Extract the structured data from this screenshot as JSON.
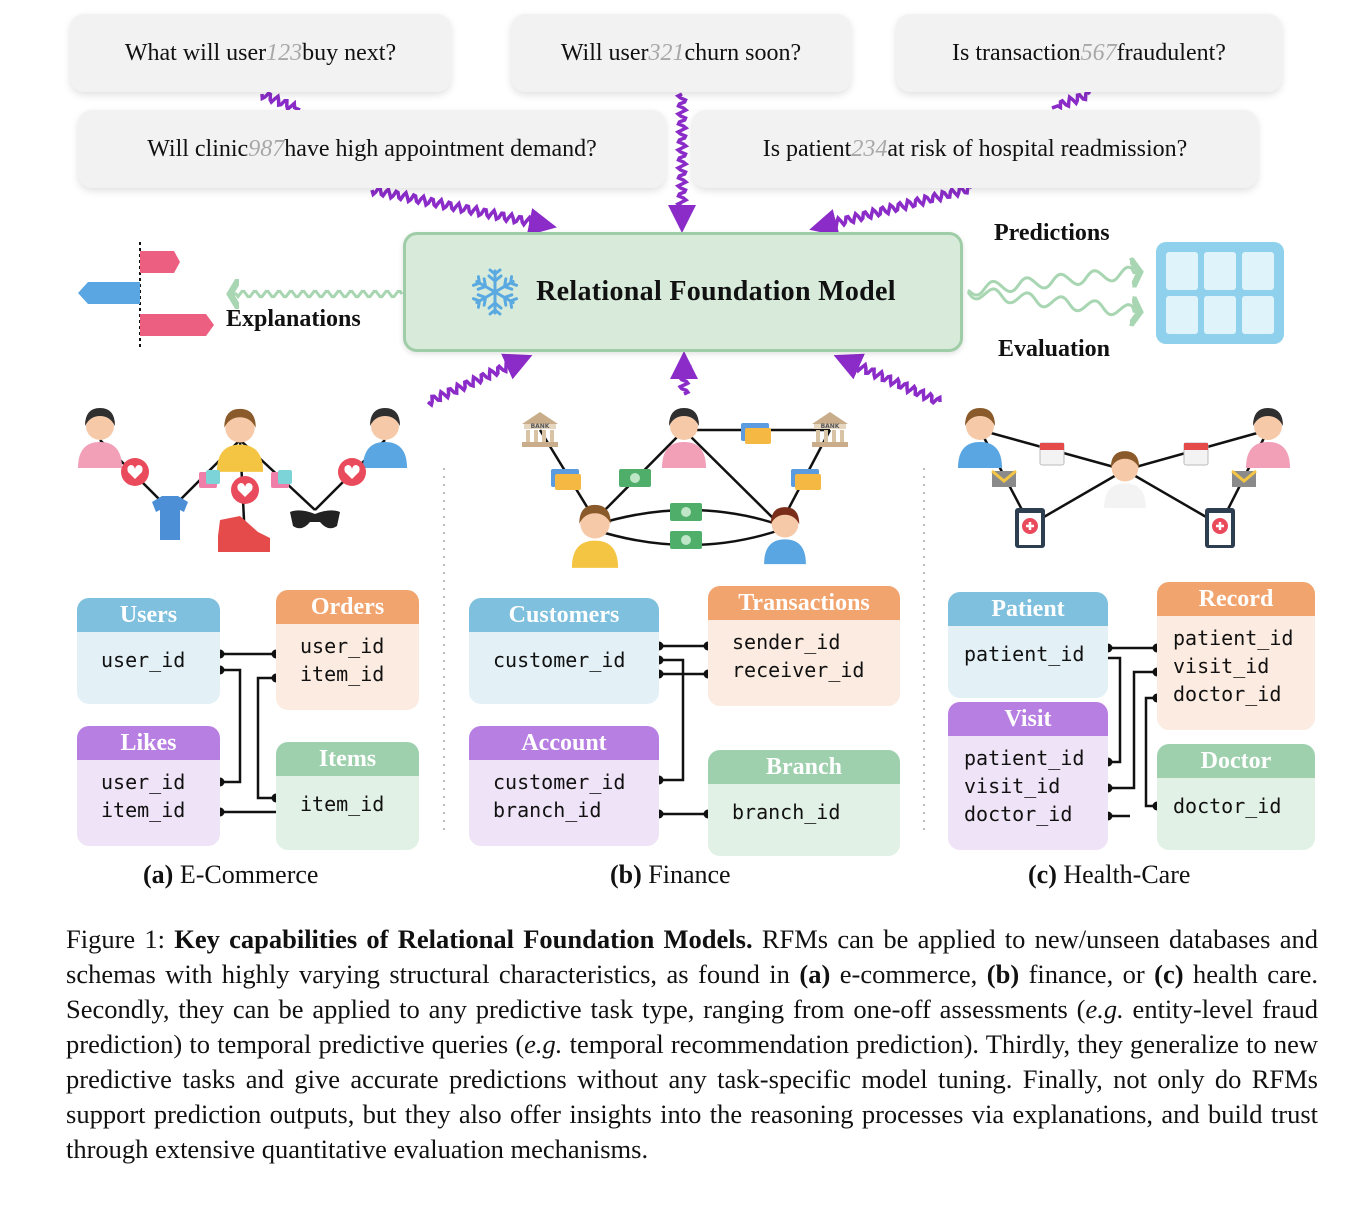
{
  "questions": [
    {
      "pre": "What will user ",
      "id": "123",
      "post": " buy next?"
    },
    {
      "pre": "Will user ",
      "id": "321",
      "post": " churn soon?"
    },
    {
      "pre": "Is transaction ",
      "id": "567",
      "post": " fraudulent?"
    },
    {
      "pre": "Will clinic ",
      "id": "987",
      "post": " have high appointment demand?"
    },
    {
      "pre": "Is patient ",
      "id": "234",
      "post": " at risk of hospital readmission?"
    }
  ],
  "model": {
    "title": "Relational Foundation Model",
    "icon": "snowflake-icon"
  },
  "labels": {
    "predictions": "Predictions",
    "evaluation": "Evaluation",
    "explanations": "Explanations"
  },
  "bank_label": "BANK",
  "colors": {
    "blue": "#7ec0dd",
    "orange": "#f2a46f",
    "purple": "#b77fe2",
    "green": "#9fd0ae",
    "arrow": "#8b2cc9",
    "light_arrow": "#a9d6b2"
  },
  "panels": {
    "ecommerce": {
      "subcaption_letter": "(a)",
      "subcaption": "E-Commerce",
      "users": {
        "name": "Users",
        "cols": [
          "user_id"
        ]
      },
      "orders": {
        "name": "Orders",
        "cols": [
          "user_id",
          "item_id"
        ]
      },
      "likes": {
        "name": "Likes",
        "cols": [
          "user_id",
          "item_id"
        ]
      },
      "items": {
        "name": "Items",
        "cols": [
          "item_id"
        ]
      }
    },
    "finance": {
      "subcaption_letter": "(b)",
      "subcaption": "Finance",
      "customers": {
        "name": "Customers",
        "cols": [
          "customer_id"
        ]
      },
      "transactions": {
        "name": "Transactions",
        "cols": [
          "sender_id",
          "receiver_id"
        ]
      },
      "account": {
        "name": "Account",
        "cols": [
          "customer_id",
          "branch_id"
        ]
      },
      "branch": {
        "name": "Branch",
        "cols": [
          "branch_id"
        ]
      }
    },
    "healthcare": {
      "subcaption_letter": "(c)",
      "subcaption": "Health-Care",
      "patient": {
        "name": "Patient",
        "cols": [
          "patient_id"
        ]
      },
      "record": {
        "name": "Record",
        "cols": [
          "patient_id",
          "visit_id",
          "doctor_id"
        ]
      },
      "visit": {
        "name": "Visit",
        "cols": [
          "patient_id",
          "visit_id",
          "doctor_id"
        ]
      },
      "doctor": {
        "name": "Doctor",
        "cols": [
          "doctor_id"
        ]
      }
    }
  },
  "caption": {
    "prefix": "Figure 1: ",
    "bold": "Key capabilities of Relational Foundation Models.",
    "p1": " RFMs can be applied to new/unseen databases and schemas with highly varying structural characteristics, as found in ",
    "a": "(a)",
    "p2": " e-commerce, ",
    "b": "(b)",
    "p3": " finance, or ",
    "c": "(c)",
    "p4": " health care. Secondly, they can be applied to any predictive task type, ranging from one-off assessments (",
    "eg1": "e.g.",
    "p5": " entity-level fraud prediction) to temporal predictive queries (",
    "eg2": "e.g.",
    "p6": " temporal recommendation prediction). Thirdly, they generalize to new predictive tasks and give accurate predictions without any task-specific model tuning. Finally, not only do RFMs support prediction outputs, but they also offer insights into the reasoning processes via explanations, and build trust through extensive quantitative evaluation mechanisms."
  }
}
